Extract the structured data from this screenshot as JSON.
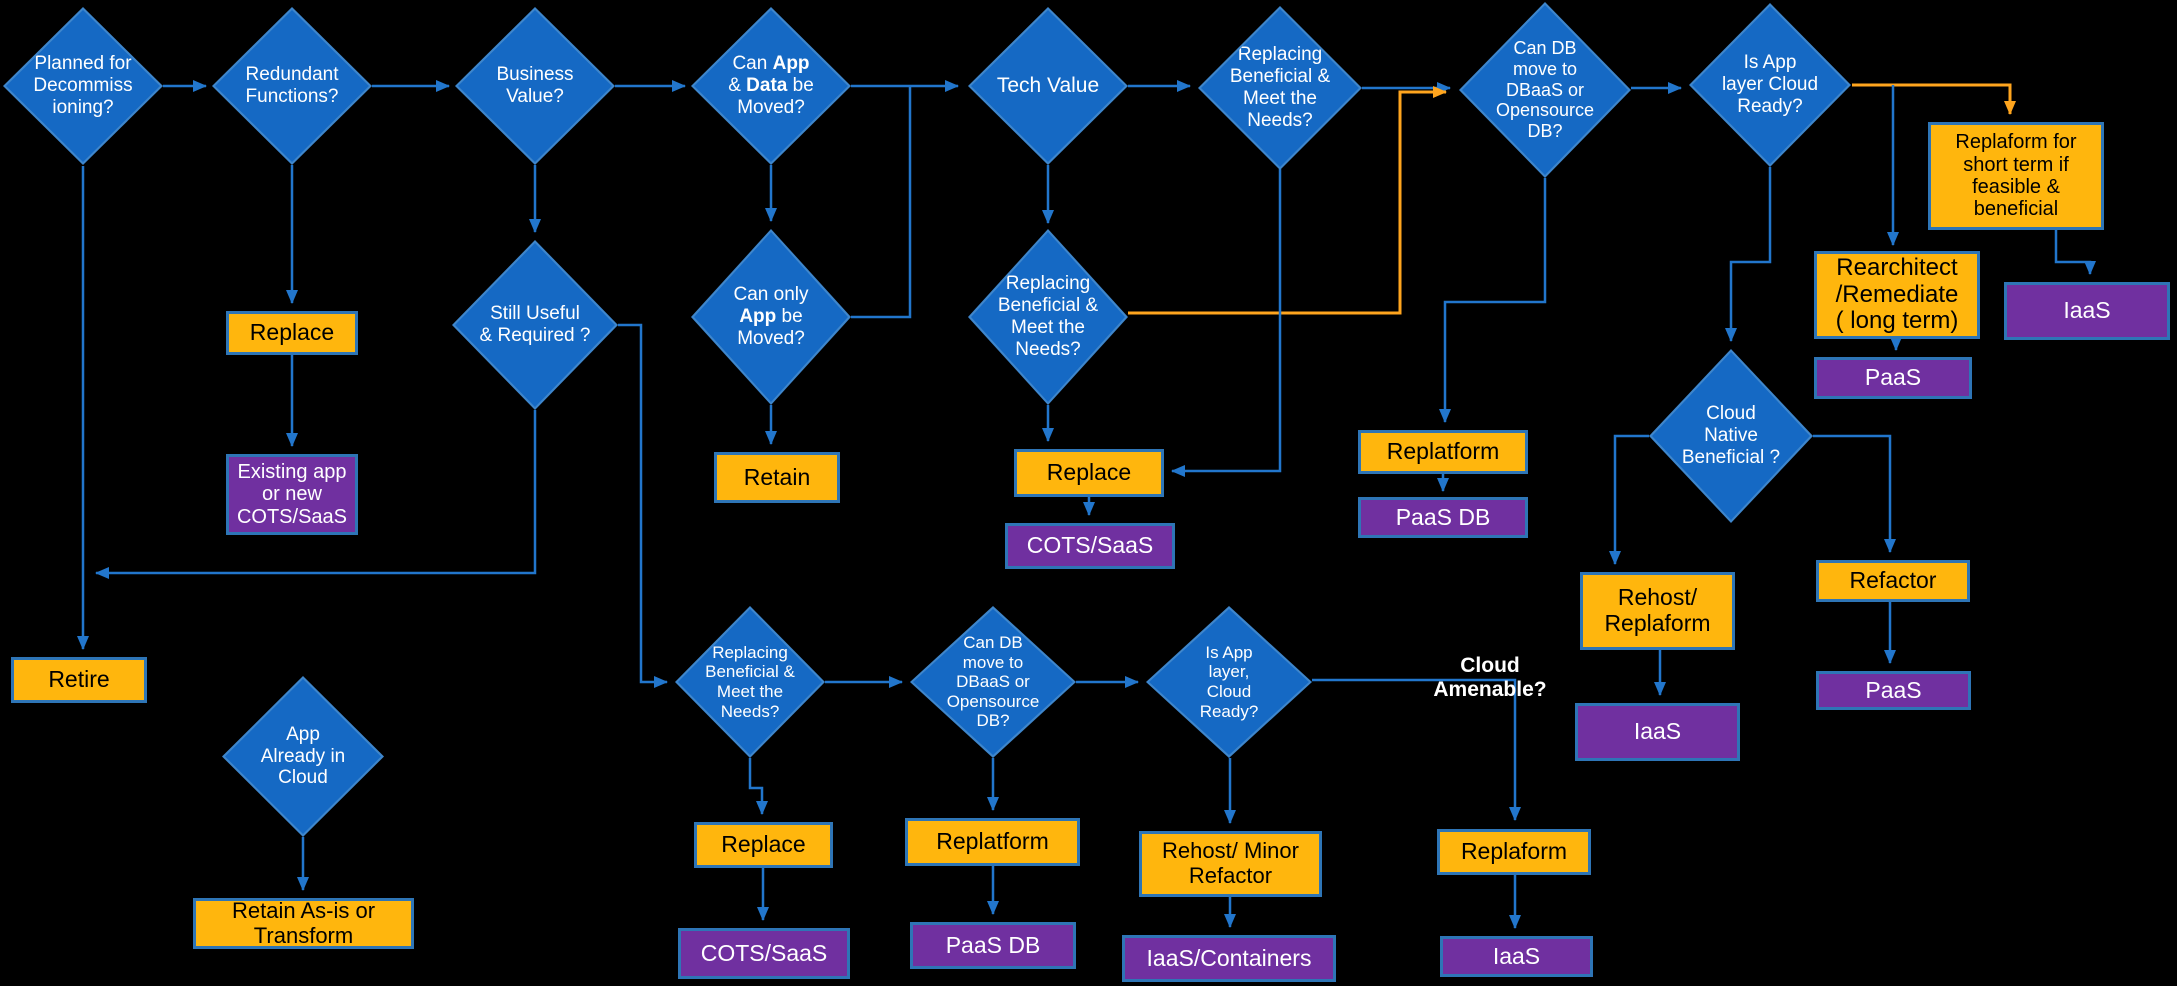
{
  "colors": {
    "background": "#000000",
    "diamond_fill": "#1569C4",
    "diamond_border": "#3E86CC",
    "diamond_text": "#FFFFFF",
    "action_fill": "#FFB60D",
    "action_text": "#000000",
    "outcome_fill": "#7030A0",
    "outcome_text": "#FFFFFF",
    "box_border": "#2E75B6",
    "connector_blue": "#2276CC",
    "connector_orange": "#FFA51E"
  },
  "decisions": {
    "planned": {
      "label": "Planned for\nDecommiss\nioning?"
    },
    "redundant": {
      "label": "Redundant\nFunctions?"
    },
    "business": {
      "label": "Business\nValue?"
    },
    "can_app_data": {
      "parts": [
        "Can ",
        "App",
        "\n& ",
        "Data",
        " be\nMoved?"
      ]
    },
    "tech_value": {
      "label": "Tech Value"
    },
    "replacing_top": {
      "label": "Replacing\nBeneficial &\nMeet the\nNeeds?"
    },
    "can_db_top": {
      "label": "Can DB\nmove  to\nDBaaS or\nOpensource\nDB?"
    },
    "is_app_top": {
      "label": "Is App\nlayer Cloud\nReady?"
    },
    "still_useful": {
      "label": "Still Useful\n& Required ?"
    },
    "can_only_app": {
      "parts": [
        "Can only\n",
        "App",
        " be\nMoved?"
      ]
    },
    "replacing_mid": {
      "label": "Replacing\nBeneficial &\nMeet the\nNeeds?"
    },
    "cloud_native": {
      "label": "Cloud\nNative\nBeneficial ?"
    },
    "app_in_cloud": {
      "label": "App\nAlready in\nCloud"
    },
    "replacing_bot": {
      "label": "Replacing\nBeneficial &\nMeet the\nNeeds?"
    },
    "can_db_bot": {
      "label": "Can DB\nmove  to\nDBaaS or\nOpensource\nDB?"
    },
    "is_app_bot": {
      "label": "Is App\nlayer,\nCloud\nReady?"
    }
  },
  "actions": {
    "replace_1": "Replace",
    "retain": "Retain",
    "replace_2": "Replace",
    "replatform_top": "Replatform",
    "replaform_short": "Replaform for\nshort term if\nfeasible &\nbeneficial",
    "rearchitect": "Rearchitect\n/Remediate\n( long term)",
    "rehost_replaform": "Rehost/\nReplaform",
    "refactor": "Refactor",
    "retire": "Retire",
    "retain_asis": "Retain As-is or\nTransform",
    "replace_3": "Replace",
    "replatform_bot": "Replatform",
    "rehost_minor": "Rehost/ Minor\nRefactor",
    "replaform_br": "Replaform"
  },
  "outcomes": {
    "existing_app": "Existing app\nor new\nCOTS/SaaS",
    "cots_saas_1": "COTS/SaaS",
    "paas_db_top": "PaaS DB",
    "paas_1": "PaaS",
    "iaas_1": "IaaS",
    "iaas_2": "IaaS",
    "paas_2": "PaaS",
    "cots_saas_2": "COTS/SaaS",
    "paas_db_2": "PaaS DB",
    "iaas_containers": "IaaS/Containers",
    "iaas_3": "IaaS"
  },
  "floating_labels": {
    "cloud_amenable": "Cloud\nAmenable?"
  }
}
